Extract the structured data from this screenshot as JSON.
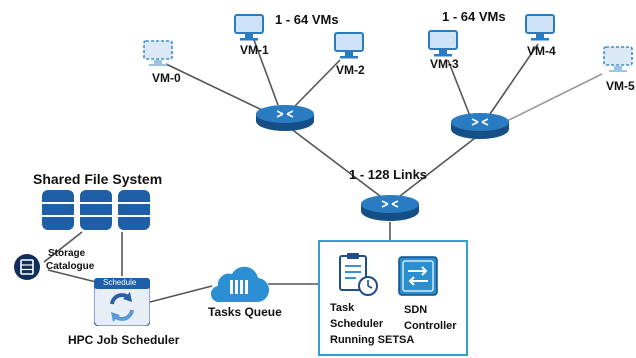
{
  "title": "",
  "vm_groups": [
    {
      "count_label": "1 - 64 VMs"
    },
    {
      "count_label": "1 - 64 VMs"
    }
  ],
  "vms": [
    {
      "label": "VM-0",
      "style": "dashed"
    },
    {
      "label": "VM-1",
      "style": "solid"
    },
    {
      "label": "VM-2",
      "style": "solid"
    },
    {
      "label": "VM-3",
      "style": "solid"
    },
    {
      "label": "VM-4",
      "style": "solid"
    },
    {
      "label": "VM-5",
      "style": "dashed"
    }
  ],
  "links_label": "1 - 128 Links",
  "shared_fs": {
    "label": "Shared File System"
  },
  "storage_catalogue": {
    "label_line1": "Storage",
    "label_line2": "Catalogue"
  },
  "hpc_scheduler": {
    "label": "HPC Job Scheduler",
    "badge": "Schedule"
  },
  "tasks_queue": {
    "label": "Tasks Queue"
  },
  "task_scheduler": {
    "line1": "Task",
    "line2": "Scheduler",
    "line3": "Running SETSA"
  },
  "sdn_controller": {
    "line1": "SDN",
    "line2": "Controller"
  },
  "colors": {
    "router_blue": "#1f6fb5",
    "device_blue": "#3a8fd1",
    "frame_blue": "#2f9fd6",
    "db_blue": "#1f5fa8",
    "cloud_blue": "#2c8fd3",
    "dark_navy": "#0f2e5a",
    "line_gray": "#555555"
  }
}
